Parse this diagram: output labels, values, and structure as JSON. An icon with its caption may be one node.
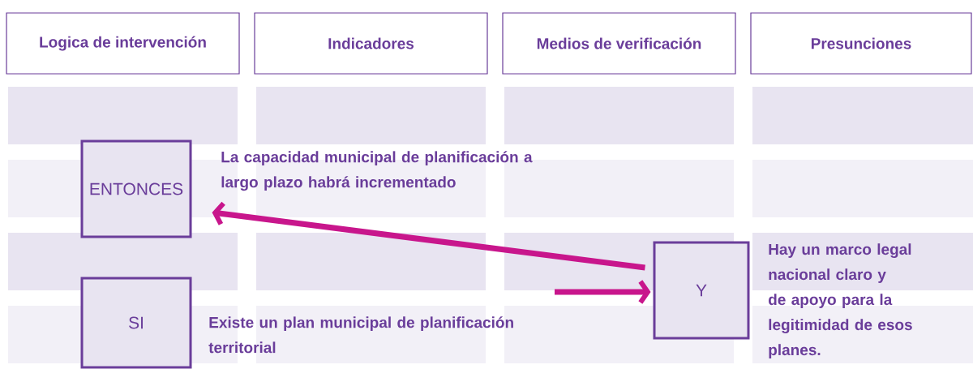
{
  "diagram": {
    "nodes": [
      {
        "text": [
          "Logica de intervención"
        ]
      },
      {
        "text": [
          "Indicadores"
        ]
      },
      {
        "text": [
          "Medios de verificación"
        ]
      },
      {
        "text": [
          "Presunciones"
        ]
      },
      {
        "text": [
          "ENTONCES"
        ],
        "beside": [
          "La capacidad municipal de planificación a largo plazo habrá incrementado"
        ]
      },
      {
        "text": [
          "SI"
        ],
        "beside": [
          "Existe un plan municipal de planificación territorial"
        ]
      },
      {
        "text": [
          "Y"
        ],
        "beside": [
          "Hay un marco legal nacional claro y de apoyo para la legitimidad de esos planes."
        ]
      }
    ],
    "edges": [
      {
        "from": 6,
        "to": 4,
        "arrow": "to"
      },
      {
        "from": null,
        "to": 6,
        "arrow": "to"
      }
    ]
  }
}
